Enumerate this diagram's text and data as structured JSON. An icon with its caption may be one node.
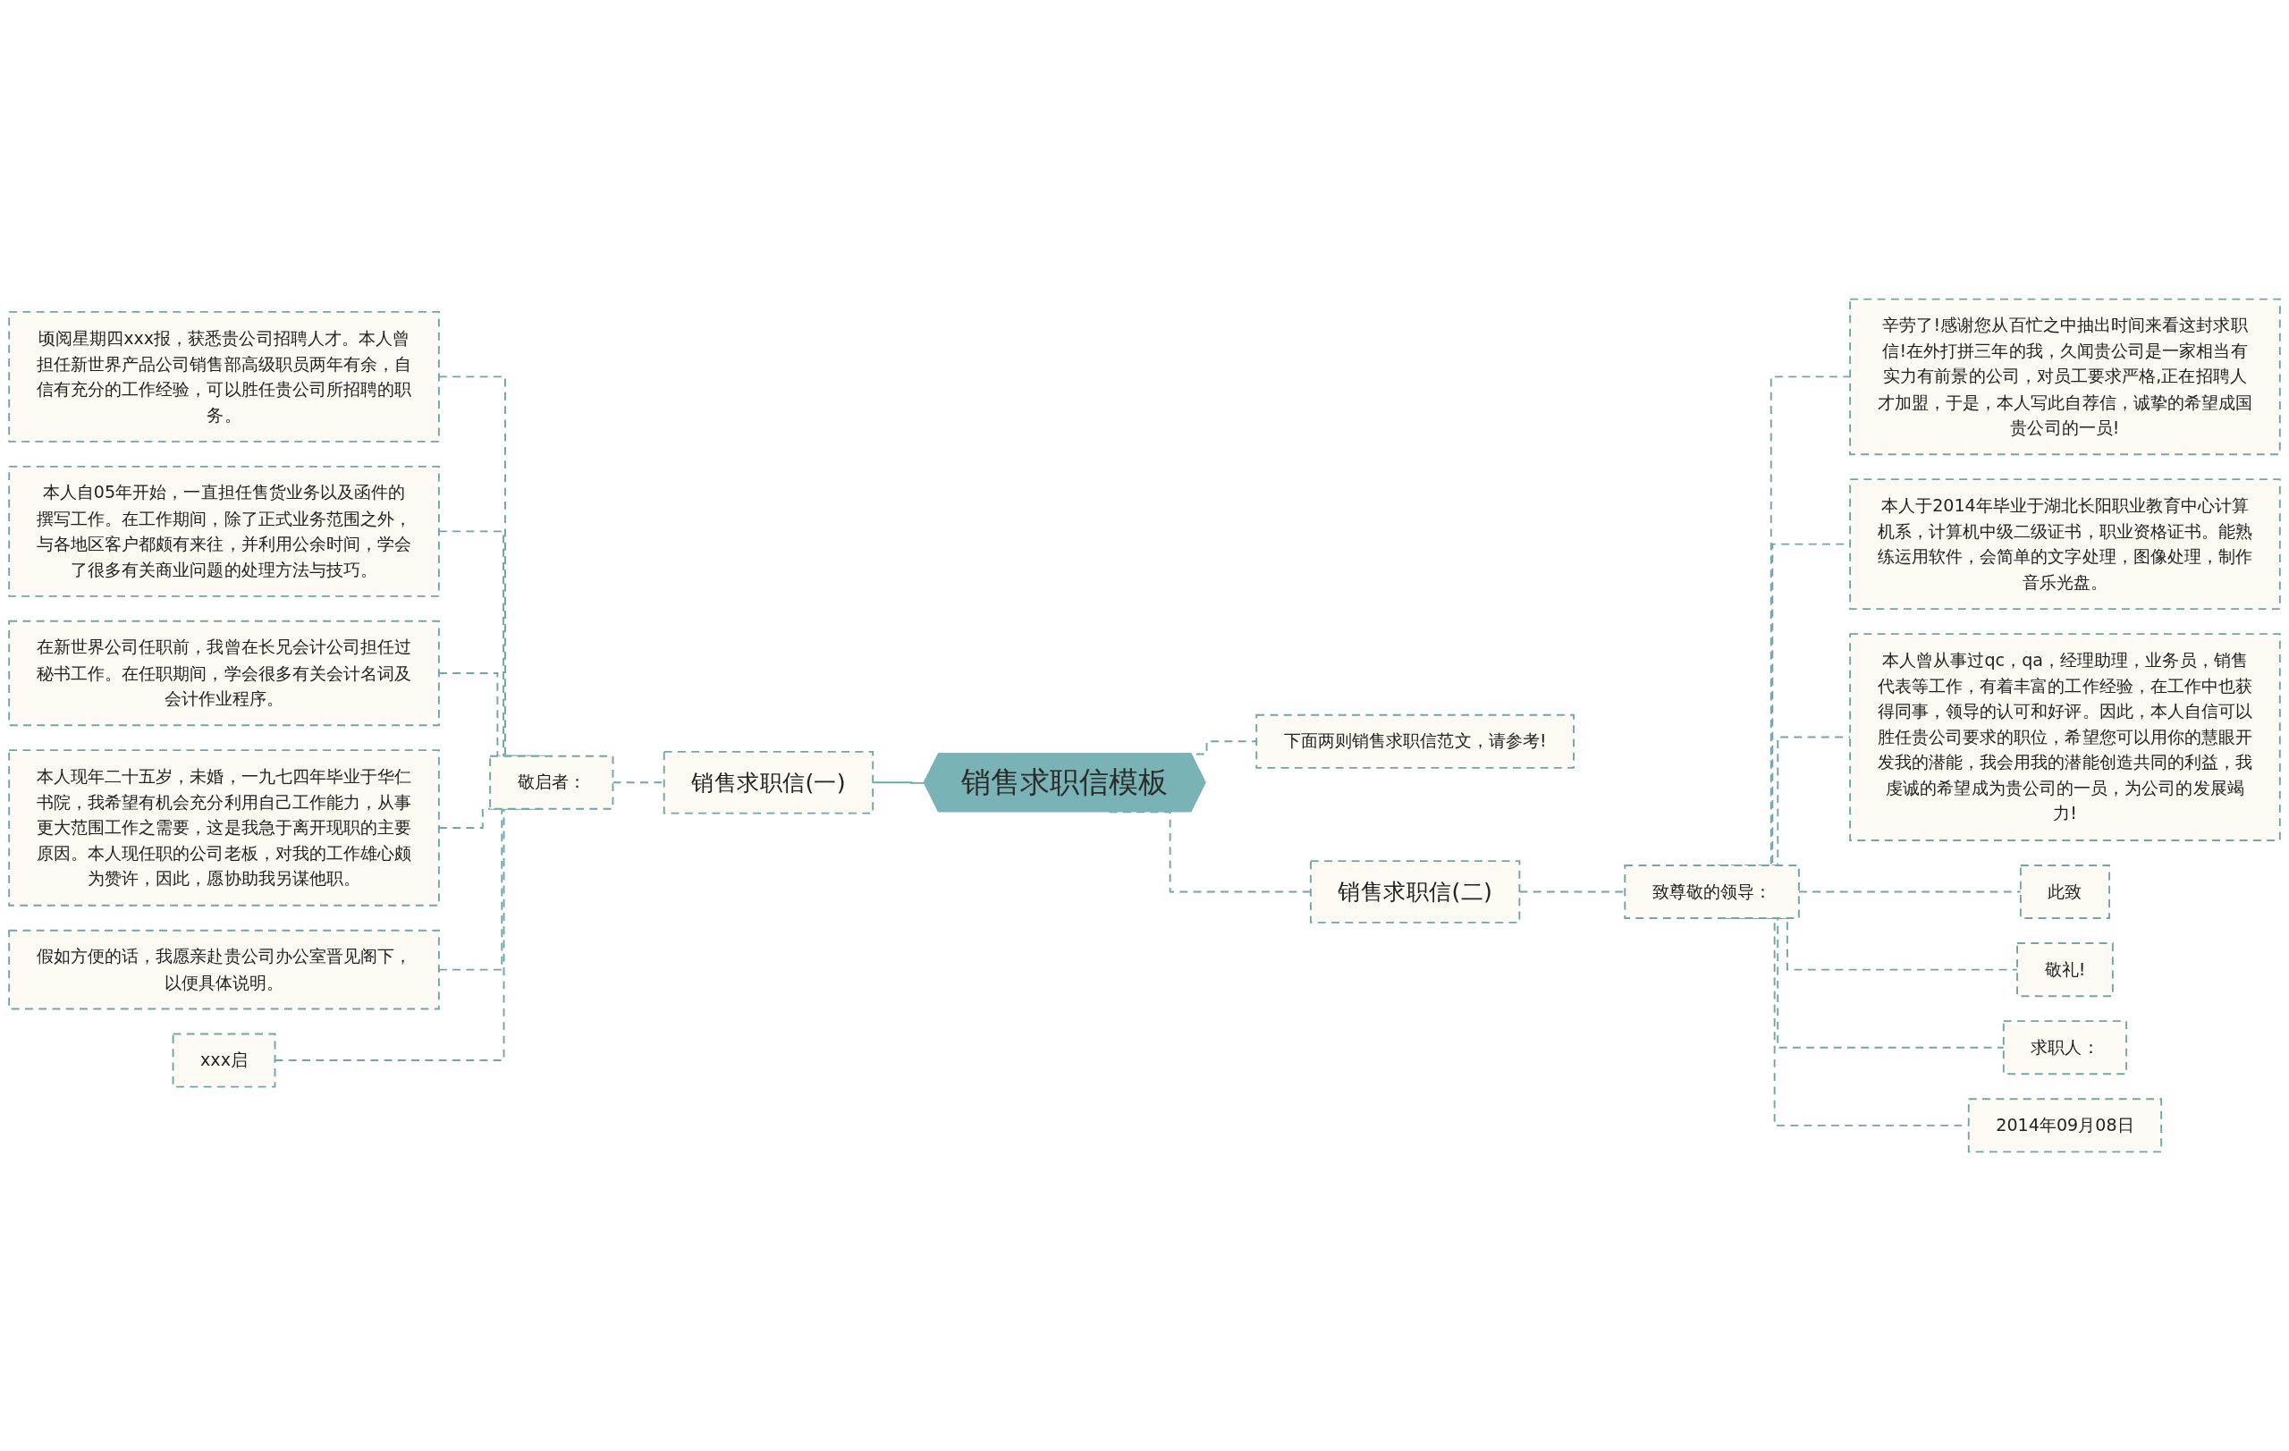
{
  "diagram": {
    "nodes": [
      {
        "text": [
          "销售求职信模板"
        ]
      },
      {
        "text": [
          "销售求职信(一)"
        ]
      },
      {
        "text": [
          "敬启者："
        ]
      },
      {
        "text": [
          "顷阅星期四xxx报，获悉贵公司招聘人才。本人曾担任新世界产品公司销售部高级职员两年有余，自信有充分的工作经验，可以胜任贵公司所招聘的职务。"
        ]
      },
      {
        "text": [
          "本人自05年开始，一直担任售货业务以及函件的撰写工作。在工作期间，除了正式业务范围之外，与各地区客户都颇有来往，并利用公余时间，学会了很多有关商业问题的处理方法与技巧。"
        ]
      },
      {
        "text": [
          "在新世界公司任职前，我曾在长兄会计公司担任过秘书工作。在任职期间，学会很多有关会计名词及会计作业程序。"
        ]
      },
      {
        "text": [
          "本人现年二十五岁，未婚，一九七四年毕业于华仁书院，我希望有机会充分利用自己工作能力，从事更大范围工作之需要，这是我急于离开现职的主要原因。本人现任职的公司老板，对我的工作雄心颇为赞许，因此，愿协助我另谋他职。"
        ]
      },
      {
        "text": [
          "假如方便的话，我愿亲赴贵公司办公室晋见阁下，以便具体说明。"
        ]
      },
      {
        "text": [
          "xxx启"
        ]
      },
      {
        "text": [
          "下面两则销售求职信范文，请参考!"
        ]
      },
      {
        "text": [
          "销售求职信(二)"
        ]
      },
      {
        "text": [
          "致尊敬的领导："
        ]
      },
      {
        "text": [
          "辛劳了!感谢您从百忙之中抽出时间来看这封求职信!在外打拼三年的我，久闻贵公司是一家相当有实力有前景的公司，对员工要求严格,正在招聘人才加盟，于是，本人写此自荐信，诚挚的希望成国贵公司的一员!"
        ]
      },
      {
        "text": [
          "本人于2014年毕业于湖北长阳职业教育中心计算机系，计算机中级二级证书，职业资格证书。能熟练运用软件，会简单的文字处理，图像处理，制作音乐光盘。"
        ]
      },
      {
        "text": [
          "本人曾从事过qc，qa，经理助理，业务员，销售代表等工作，有着丰富的工作经验，在工作中也获得同事，领导的认可和好评。因此，本人自信可以胜任贵公司要求的职位，希望您可以用你的慧眼开发我的潜能，我会用我的潜能创造共同的利益，我虔诚的希望成为贵公司的一员，为公司的发展竭力!"
        ]
      },
      {
        "text": [
          "此致"
        ]
      },
      {
        "text": [
          "敬礼!"
        ]
      },
      {
        "text": [
          "求职人："
        ]
      },
      {
        "text": [
          "2014年09月08日"
        ]
      }
    ],
    "edges": [
      {
        "from": 3,
        "to": 2,
        "arrow": "none",
        "style": "dashed"
      },
      {
        "from": 4,
        "to": 2,
        "arrow": "none",
        "style": "dashed"
      },
      {
        "from": 5,
        "to": 2,
        "arrow": "none",
        "style": "dashed"
      },
      {
        "from": 6,
        "to": 2,
        "arrow": "none",
        "style": "dashed"
      },
      {
        "from": 7,
        "to": 2,
        "arrow": "none",
        "style": "dashed"
      },
      {
        "from": 8,
        "to": 2,
        "arrow": "none",
        "style": "dashed"
      },
      {
        "from": 2,
        "to": 1,
        "arrow": "none",
        "style": "dashed"
      },
      {
        "from": 1,
        "to": 0,
        "arrow": "none"
      },
      {
        "from": 0,
        "to": 9,
        "arrow": "none",
        "style": "dashed"
      },
      {
        "from": 0,
        "to": 10,
        "arrow": "none",
        "style": "dashed"
      },
      {
        "from": 10,
        "to": 11,
        "arrow": "none",
        "style": "dashed"
      },
      {
        "from": 11,
        "to": 12,
        "arrow": "none",
        "style": "dashed"
      },
      {
        "from": 11,
        "to": 13,
        "arrow": "none",
        "style": "dashed"
      },
      {
        "from": 11,
        "to": 14,
        "arrow": "none",
        "style": "dashed"
      },
      {
        "from": 11,
        "to": 15,
        "arrow": "none",
        "style": "dashed"
      },
      {
        "from": 11,
        "to": 16,
        "arrow": "none",
        "style": "dashed"
      },
      {
        "from": 11,
        "to": 17,
        "arrow": "none",
        "style": "dashed"
      },
      {
        "from": 11,
        "to": 18,
        "arrow": "none",
        "style": "dashed"
      }
    ]
  }
}
